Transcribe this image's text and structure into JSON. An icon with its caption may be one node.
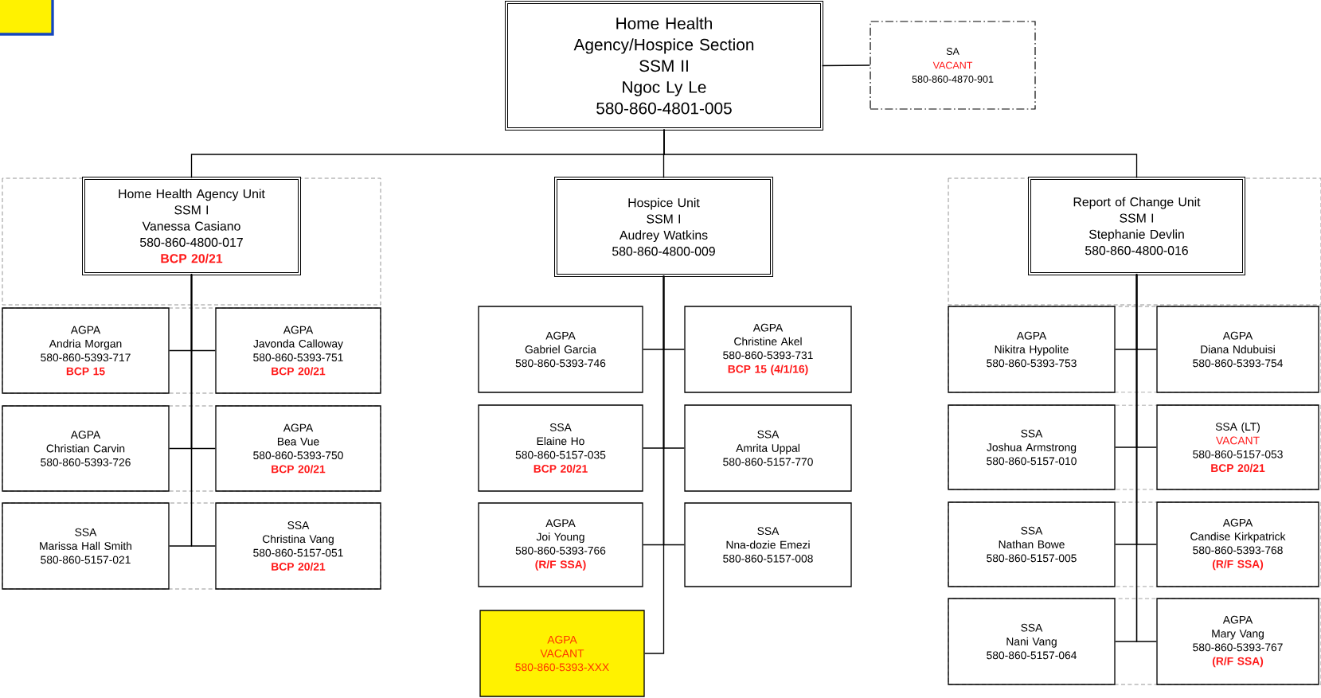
{
  "diagram": {
    "nodes": [
      {
        "text": [
          "Home Health Agency/Hospice Section",
          "SSM II",
          "Ngoc Ly Le",
          "580-860-4801-005"
        ]
      },
      {
        "text": [
          "SA",
          "VACANT",
          "580-860-4870-901"
        ]
      },
      {
        "text": [
          "Home Health Agency Unit",
          "SSM I",
          "Vanessa Casiano",
          "580-860-4800-017",
          "BCP 20/21"
        ]
      },
      {
        "text": [
          "Hospice Unit",
          "SSM I",
          "Audrey Watkins",
          "580-860-4800-009"
        ]
      },
      {
        "text": [
          "Report of Change Unit",
          "SSM I",
          "Stephanie Devlin",
          "580-860-4800-016"
        ]
      },
      {
        "text": [
          "AGPA",
          "Andria Morgan",
          "580-860-5393-717",
          "BCP 15"
        ]
      },
      {
        "text": [
          "AGPA",
          "Javonda Calloway",
          "580-860-5393-751",
          "BCP 20/21"
        ]
      },
      {
        "text": [
          "AGPA",
          "Christian Carvin",
          "580-860-5393-726"
        ]
      },
      {
        "text": [
          "AGPA",
          "Bea Vue",
          "580-860-5393-750",
          "BCP 20/21"
        ]
      },
      {
        "text": [
          "SSA",
          "Marissa Hall Smith",
          "580-860-5157-021"
        ]
      },
      {
        "text": [
          "SSA",
          "Christina Vang",
          "580-860-5157-051",
          "BCP 20/21"
        ]
      },
      {
        "text": [
          "AGPA",
          "Gabriel Garcia",
          "580-860-5393-746"
        ]
      },
      {
        "text": [
          "AGPA",
          "Christine Akel",
          "580-860-5393-731",
          "BCP 15 (4/1/16)"
        ]
      },
      {
        "text": [
          "SSA",
          "Elaine Ho",
          "580-860-5157-035",
          "BCP 20/21"
        ]
      },
      {
        "text": [
          "SSA",
          "Amrita Uppal",
          "580-860-5157-770"
        ]
      },
      {
        "text": [
          "AGPA",
          "Joi Young",
          "580-860-5393-766",
          "(R/F SSA)"
        ]
      },
      {
        "text": [
          "SSA",
          "Nna-dozie Emezi",
          "580-860-5157-008"
        ]
      },
      {
        "text": [
          "AGPA",
          "VACANT",
          "580-860-5393-XXX"
        ]
      },
      {
        "text": [
          "AGPA",
          "Nikitra Hypolite",
          "580-860-5393-753"
        ]
      },
      {
        "text": [
          "AGPA",
          "Diana Ndubuisi",
          "580-860-5393-754"
        ]
      },
      {
        "text": [
          "SSA",
          "Joshua Armstrong",
          "580-860-5157-010"
        ]
      },
      {
        "text": [
          "SSA (LT)",
          "VACANT",
          "580-860-5157-053",
          "BCP 20/21"
        ]
      },
      {
        "text": [
          "SSA",
          "Nathan Bowe",
          "580-860-5157-005"
        ]
      },
      {
        "text": [
          "AGPA",
          "Candise Kirkpatrick",
          "580-860-5393-768",
          "(R/F SSA)"
        ]
      },
      {
        "text": [
          "SSA",
          "Nani Vang",
          "580-860-5157-064"
        ]
      },
      {
        "text": [
          "AGPA",
          "Mary Vang",
          "580-860-5393-767",
          "(R/F SSA)"
        ]
      }
    ],
    "edges": [
      {
        "from": 0,
        "to": 1,
        "arrow": "none"
      },
      {
        "from": 0,
        "to": 2,
        "arrow": "none"
      },
      {
        "from": 0,
        "to": 3,
        "arrow": "none"
      },
      {
        "from": 0,
        "to": 4,
        "arrow": "none"
      },
      {
        "from": 2,
        "to": 5,
        "arrow": "none"
      },
      {
        "from": 2,
        "to": 6,
        "arrow": "none"
      },
      {
        "from": 2,
        "to": 7,
        "arrow": "none"
      },
      {
        "from": 2,
        "to": 8,
        "arrow": "none"
      },
      {
        "from": 2,
        "to": 9,
        "arrow": "none"
      },
      {
        "from": 2,
        "to": 10,
        "arrow": "none"
      },
      {
        "from": 3,
        "to": 11,
        "arrow": "none"
      },
      {
        "from": 3,
        "to": 12,
        "arrow": "none"
      },
      {
        "from": 3,
        "to": 13,
        "arrow": "none"
      },
      {
        "from": 3,
        "to": 14,
        "arrow": "none"
      },
      {
        "from": 3,
        "to": 15,
        "arrow": "none"
      },
      {
        "from": 3,
        "to": 16,
        "arrow": "none"
      },
      {
        "from": 3,
        "to": 17,
        "arrow": "none"
      },
      {
        "from": 4,
        "to": 18,
        "arrow": "none"
      },
      {
        "from": 4,
        "to": 19,
        "arrow": "none"
      },
      {
        "from": 4,
        "to": 20,
        "arrow": "none"
      },
      {
        "from": 4,
        "to": 21,
        "arrow": "none"
      },
      {
        "from": 4,
        "to": 22,
        "arrow": "none"
      },
      {
        "from": 4,
        "to": 23,
        "arrow": "none"
      },
      {
        "from": 4,
        "to": 24,
        "arrow": "none"
      },
      {
        "from": 4,
        "to": 25,
        "arrow": "none"
      }
    ]
  }
}
